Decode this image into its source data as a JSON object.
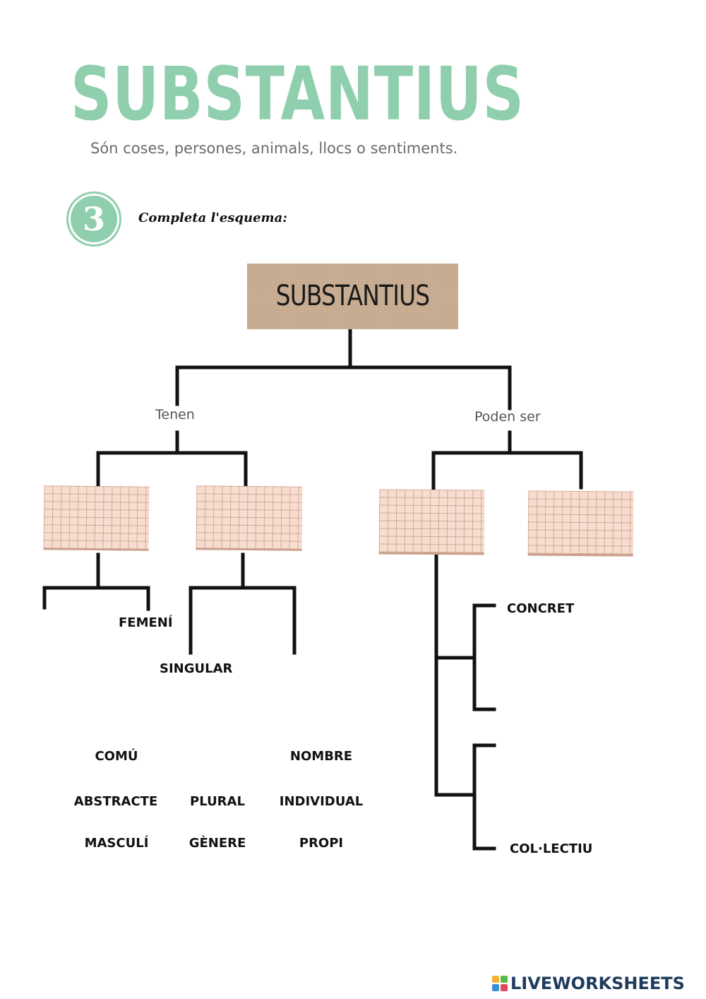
{
  "header": {
    "title": "SUBSTANTIUS",
    "subtitle": "Són coses, persones, animals, llocs o sentiments.",
    "step_number": "3",
    "instruction": "Completa l'esquema:"
  },
  "diagram": {
    "root_label": "SUBSTANTIUS",
    "branch_left_label": "Tenen",
    "branch_right_label": "Poden ser",
    "left_leaf_1": "FEMENÍ",
    "left_leaf_2": "SINGULAR",
    "right_leaf_1": "CONCRET",
    "right_leaf_2": "COL·LECTIU"
  },
  "word_bank": [
    "COMÚ",
    "NOMBRE",
    "ABSTRACTE",
    "PLURAL",
    "INDIVIDUAL",
    "MASCULÍ",
    "GÈNERE",
    "PROPI"
  ],
  "footer": {
    "brand": "LIVEWORKSHEETS"
  },
  "colors": {
    "accent_green": "#8fcfae",
    "kraft": "#c9ae93",
    "grid_fill": "#f7ddd0",
    "line": "#111111"
  }
}
